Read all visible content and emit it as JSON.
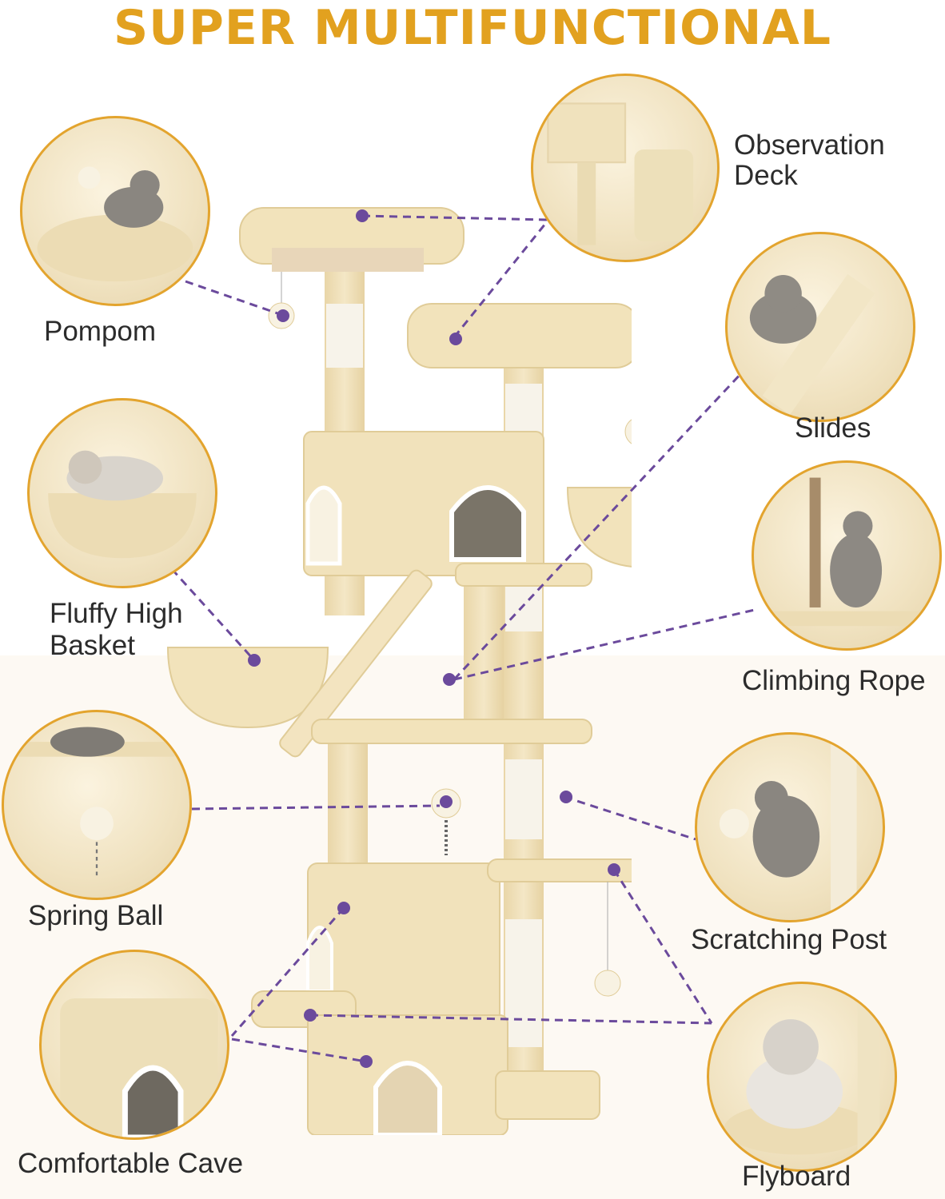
{
  "title": "SUPER MULTIFUNCTIONAL",
  "features": {
    "pompom": "Pompom",
    "observation_deck_line1": "Observation",
    "observation_deck_line2": "Deck",
    "slides": "Slides",
    "fluffy_basket_line1": "Fluffy High",
    "fluffy_basket_line2": "Basket",
    "climbing_rope": "Climbing Rope",
    "spring_ball": "Spring Ball",
    "scratching_post": "Scratching Post",
    "comfortable_cave": "Comfortable Cave",
    "flyboard": "Flyboard"
  },
  "colors": {
    "title": "#e2a11f",
    "circle_border": "#e3a42e",
    "connector": "#6b4a9c",
    "plush": "#f3e6c4",
    "sisal": "#f7f3ea"
  }
}
